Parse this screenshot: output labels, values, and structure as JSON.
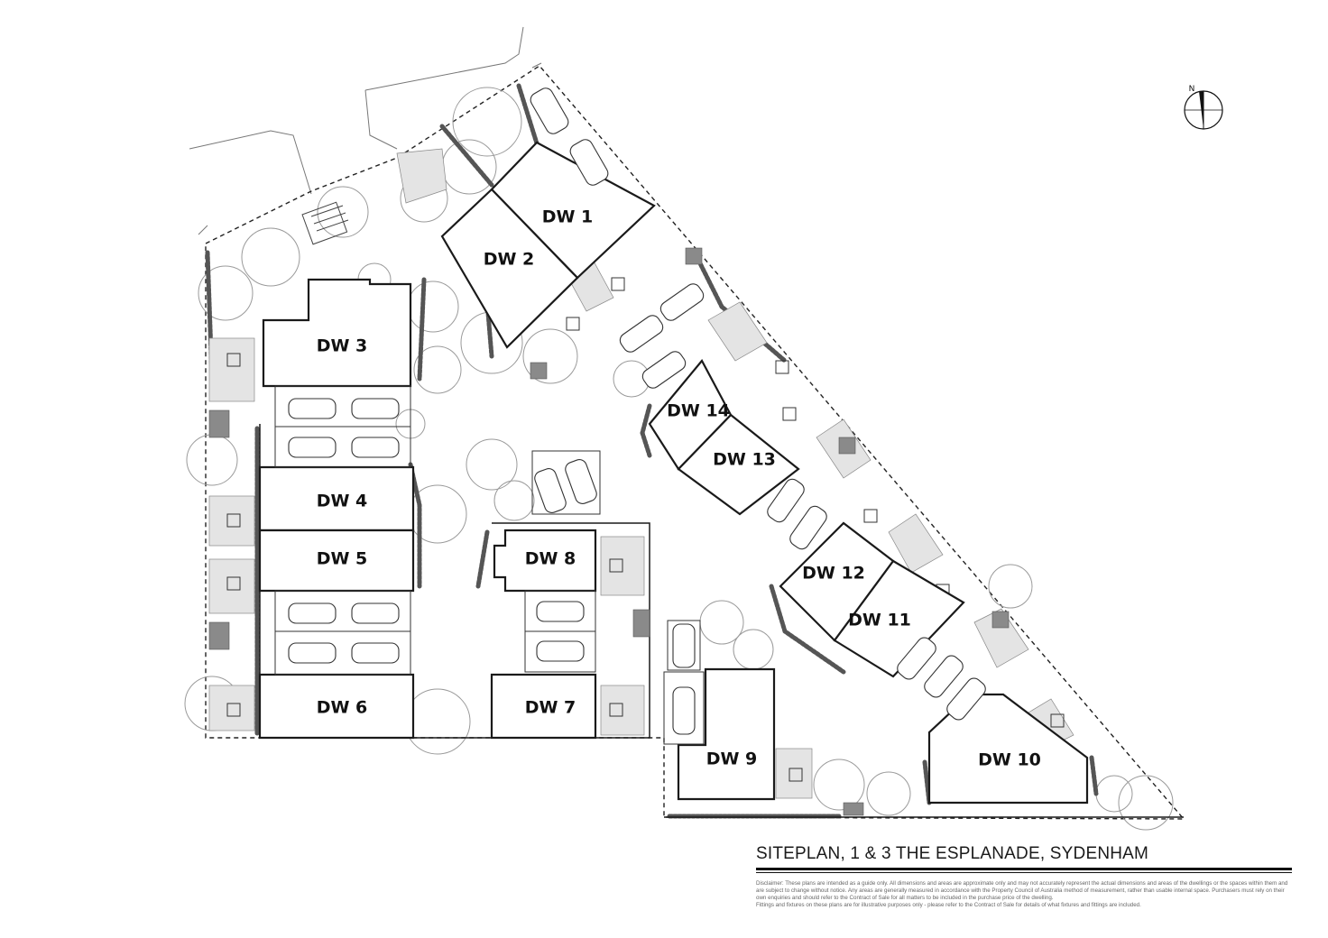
{
  "title": "SITEPLAN, 1 & 3 THE ESPLANADE, SYDENHAM",
  "north_label": "N",
  "dwellings": [
    {
      "id": "dw1",
      "label": "DW 1"
    },
    {
      "id": "dw2",
      "label": "DW 2"
    },
    {
      "id": "dw3",
      "label": "DW 3"
    },
    {
      "id": "dw4",
      "label": "DW 4"
    },
    {
      "id": "dw5",
      "label": "DW 5"
    },
    {
      "id": "dw6",
      "label": "DW 6"
    },
    {
      "id": "dw7",
      "label": "DW 7"
    },
    {
      "id": "dw8",
      "label": "DW 8"
    },
    {
      "id": "dw9",
      "label": "DW 9"
    },
    {
      "id": "dw10",
      "label": "DW 10"
    },
    {
      "id": "dw11",
      "label": "DW 11"
    },
    {
      "id": "dw12",
      "label": "DW 12"
    },
    {
      "id": "dw13",
      "label": "DW 13"
    },
    {
      "id": "dw14",
      "label": "DW 14"
    }
  ],
  "disclaimer": {
    "line1": "Disclaimer: These plans are intended as a guide only. All dimensions and areas are approximate only and may not accurately represent the actual dimensions and areas of the dwellings or the spaces within them and are subject to change without notice. Any areas are generally measured in accordance with the Property Council of Australia method of measurement, rather than usable internal space. Purchasers must rely on their own enquiries and should refer to the Contract of Sale for all matters to be included in the purchase price of the dwelling.",
    "line2": "Fittings and fixtures on these plans are for illustrative purposes only - please refer to the Contract of Sale for details of what fixtures and fittings are included."
  },
  "colors": {
    "line": "#1a1a1a",
    "boundary": "#222222",
    "tree": "#9a9a9a",
    "hedge": "#555555",
    "paving": "#cfcfcf"
  }
}
